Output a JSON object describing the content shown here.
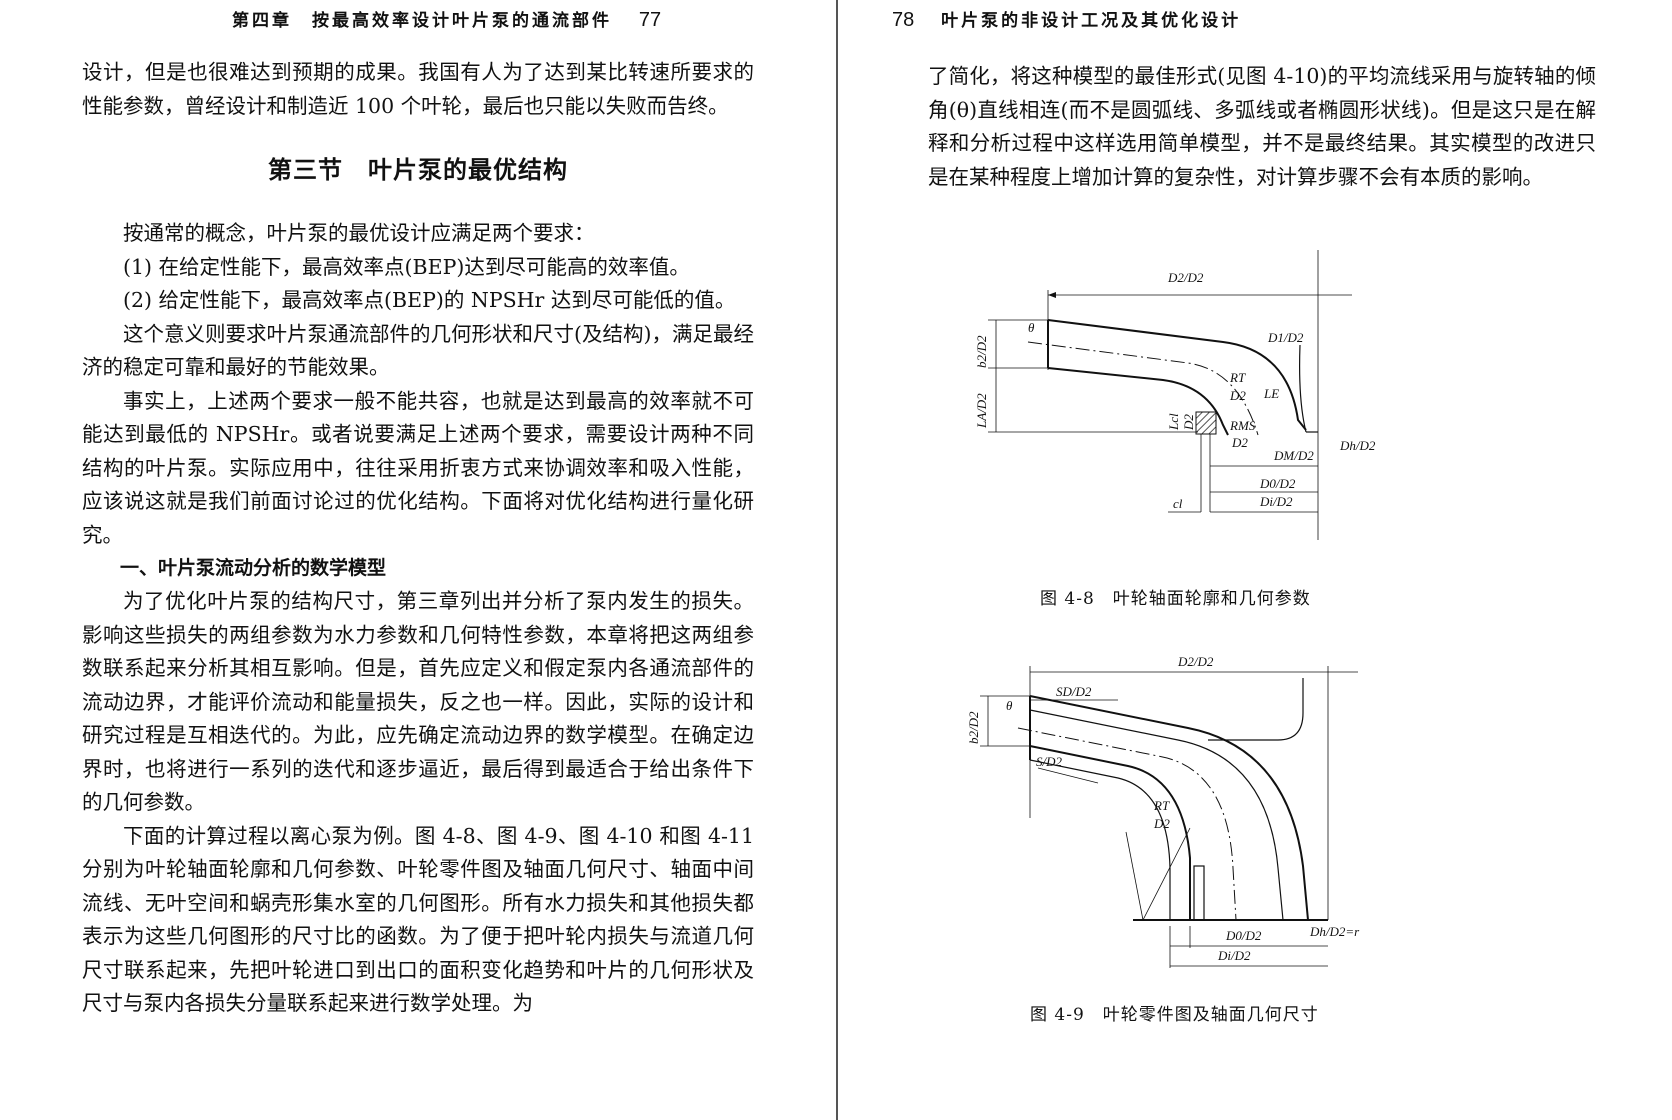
{
  "left_page": {
    "header": {
      "text": "第四章　按最高效率设计叶片泵的通流部件",
      "page_number": "77"
    },
    "paragraphs": [
      "设计，但是也很难达到预期的成果。我国有人为了达到某比转速所要求的性能参数，曾经设计和制造近 100 个叶轮，最后也只能以失败而告终。",
      "第三节　叶片泵的最优结构",
      "按通常的概念，叶片泵的最优设计应满足两个要求：",
      "(1) 在给定性能下，最高效率点(BEP)达到尽可能高的效率值。",
      "(2) 给定性能下，最高效率点(BEP)的 NPSHr 达到尽可能低的值。",
      "这个意义则要求叶片泵通流部件的几何形状和尺寸(及结构)，满足最经济的稳定可靠和最好的节能效果。",
      "事实上，上述两个要求一般不能共容，也就是达到最高的效率就不可能达到最低的 NPSHr。或者说要满足上述两个要求，需要设计两种不同结构的叶片泵。实际应用中，往往采用折衷方式来协调效率和吸入性能，应该说这就是我们前面讨论过的优化结构。下面将对优化结构进行量化研究。",
      "一、叶片泵流动分析的数学模型",
      "为了优化叶片泵的结构尺寸，第三章列出并分析了泵内发生的损失。影响这些损失的两组参数为水力参数和几何特性参数，本章将把这两组参数联系起来分析其相互影响。但是，首先应定义和假定泵内各通流部件的流动边界，才能评价流动和能量损失，反之也一样。因此，实际的设计和研究过程是互相迭代的。为此，应先确定流动边界的数学模型。在确定边界时，也将进行一系列的迭代和逐步逼近，最后得到最适合于给出条件下的几何参数。",
      "下面的计算过程以离心泵为例。图 4-8、图 4-9、图 4-10 和图 4-11 分别为叶轮轴面轮廓和几何参数、叶轮零件图及轴面几何尺寸、轴面中间流线、无叶空间和蜗壳形集水室的几何图形。所有水力损失和其他损失都表示为这些几何图形的尺寸比的函数。为了便于把叶轮内损失与流道几何尺寸联系起来，先把叶轮进口到出口的面积变化趋势和叶片的几何形状及尺寸与泵内各损失分量联系起来进行数学处理。为"
    ]
  },
  "right_page": {
    "header": {
      "page_number": "78",
      "text": "叶片泵的非设计工况及其优化设计"
    },
    "paragraph": "了简化，将这种模型的最佳形式(见图 4-10)的平均流线采用与旋转轴的倾角(θ)直线相连(而不是圆弧线、多弧线或者椭圆形状线)。但是这只是在解释和分析过程中这样选用简单模型，并不是最终结果。其实模型的改进只是在某种程度上增加计算的复杂性，对计算步骤不会有本质的影响。",
    "figure1": {
      "caption": "图 4-8　叶轮轴面轮廓和几何参数",
      "labels": {
        "d2": "D2/D2",
        "d1": "D1/D2",
        "theta": "θ",
        "b2": "b2/D2",
        "la": "LA/D2",
        "rt": "RT",
        "rt_den": "D2",
        "le": "LE",
        "rms": "RMS",
        "rms_den": "D2",
        "lcl": "Lcl",
        "lcl_den": "D2",
        "dh": "Dh/D2",
        "dm": "DM/D2",
        "d0": "D0/D2",
        "di": "Di/D2",
        "cl": "cl"
      }
    },
    "figure2": {
      "caption": "图 4-9　叶轮零件图及轴面几何尺寸",
      "labels": {
        "d2": "D2/D2",
        "sd": "SD/D2",
        "theta": "θ",
        "b2": "b2/D2",
        "s": "S/D2",
        "rt": "RT",
        "rt_den": "D2",
        "dh": "Dh/D2=r",
        "d0": "D0/D2",
        "di": "Di/D2"
      }
    }
  }
}
